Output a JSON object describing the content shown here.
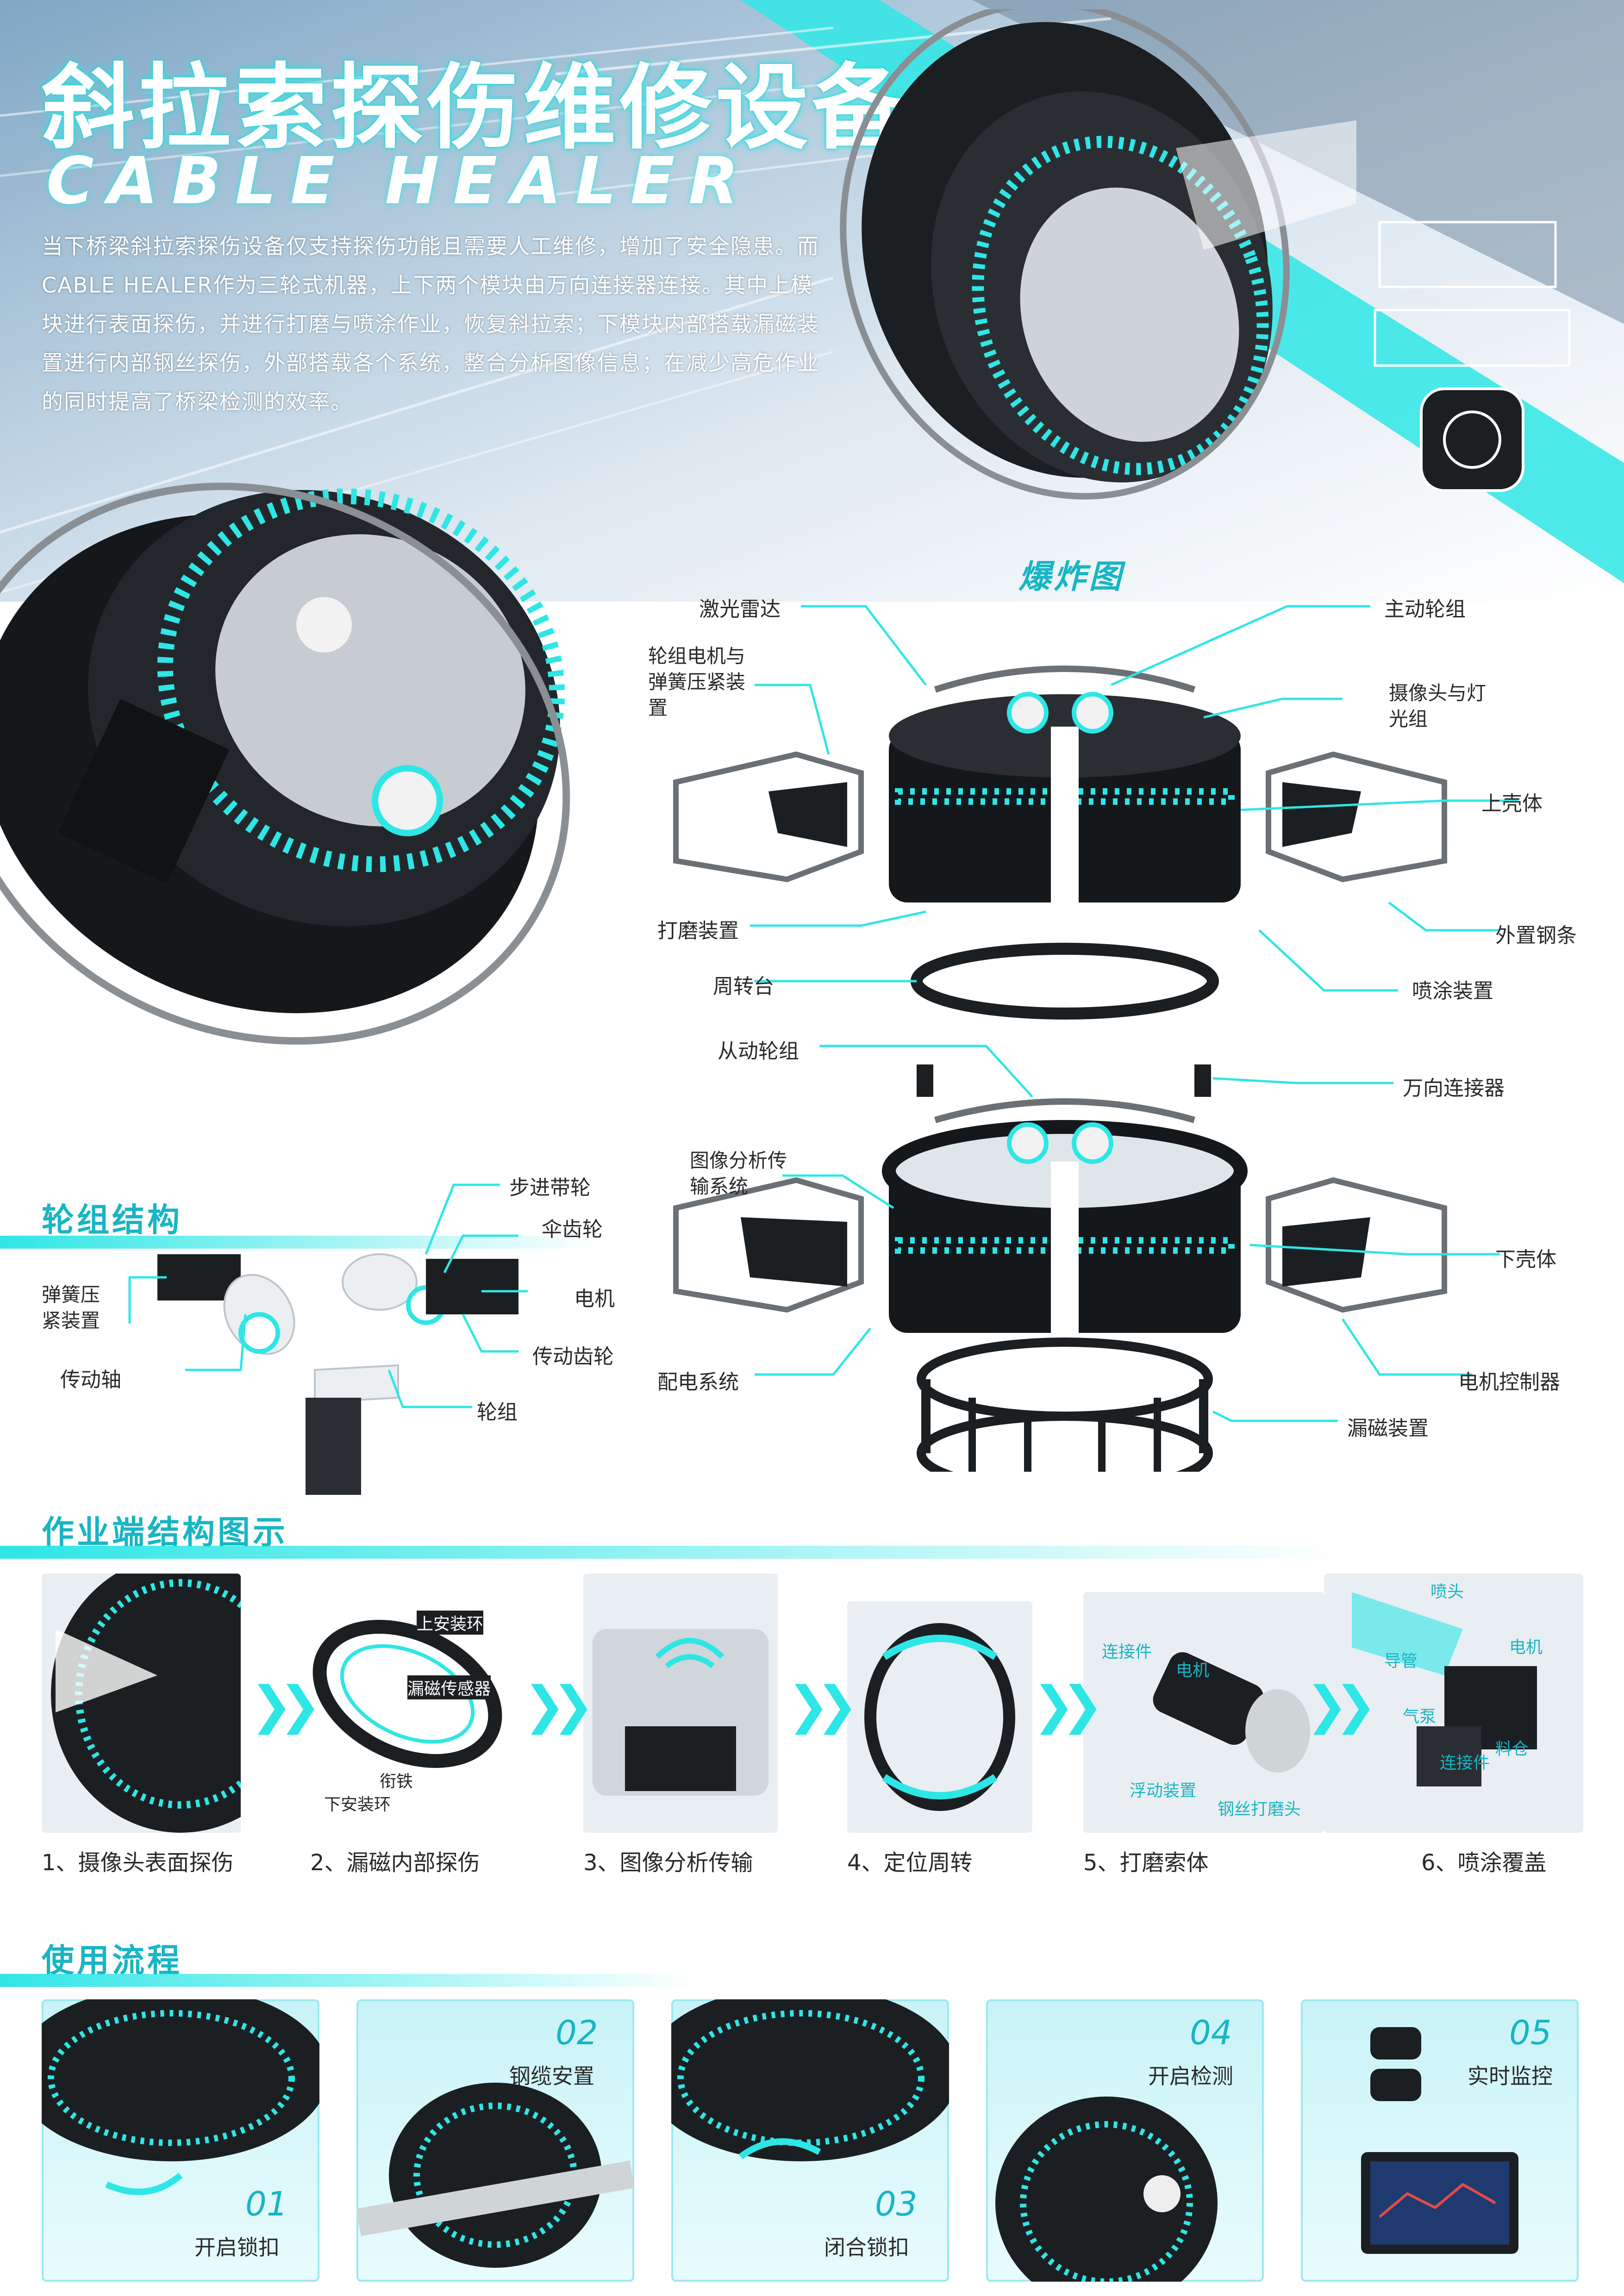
{
  "title": {
    "main": "斜拉索探伤维修设备",
    "sub": "CABLE HEALER"
  },
  "intro": "当下桥梁斜拉索探伤设备仅支持探伤功能且需要人工维修，增加了安全隐患。而CABLE HEALER作为三轮式机器，上下两个模块由万向连接器连接。其中上模块进行表面探伤，并进行打磨与喷涂作业，恢复斜拉索；下模块内部搭载漏磁装置进行内部钢丝探伤，外部搭载各个系统，整合分析图像信息；在减少高危作业的同时提高了桥梁检测的效率。",
  "exploded": {
    "heading": "爆炸图",
    "labels": {
      "lidar": "激光雷达",
      "wheel_motor": "轮组电机与弹簧压紧装置",
      "drive_wheel": "主动轮组",
      "camera": "摄像头与灯光组",
      "upper_shell": "上壳体",
      "grinder": "打磨装置",
      "outer_frame": "外置钢条",
      "turntable": "周转台",
      "sprayer": "喷涂装置",
      "driven_wheel": "从动轮组",
      "universal_joint": "万向连接器",
      "image_system": "图像分析传输系统",
      "lower_shell": "下壳体",
      "power_system": "配电系统",
      "motor_controller": "电机控制器",
      "flux_device": "漏磁装置"
    }
  },
  "wheel": {
    "heading": "轮组结构",
    "labels": {
      "step_pulley": "步进带轮",
      "bevel_gear": "伞齿轮",
      "spring": "弹簧压紧装置",
      "motor": "电机",
      "shaft": "传动轴",
      "drive_gear": "传动齿轮",
      "wheel_set": "轮组"
    }
  },
  "work": {
    "heading": "作业端结构图示",
    "steps": [
      {
        "caption": "1、摄像头表面探伤"
      },
      {
        "caption": "2、漏磁内部探伤",
        "tags": [
          "上安装环",
          "漏磁传感器",
          "衔铁",
          "下安装环"
        ]
      },
      {
        "caption": "3、图像分析传输"
      },
      {
        "caption": "4、定位周转"
      },
      {
        "caption": "5、打磨索体",
        "tags": [
          "连接件",
          "电机",
          "浮动装置",
          "钢丝打磨头"
        ]
      },
      {
        "caption": "6、喷涂覆盖",
        "tags": [
          "喷头",
          "导管",
          "电机",
          "气泵",
          "料仓",
          "连接件"
        ]
      }
    ]
  },
  "flow": {
    "heading": "使用流程",
    "items": [
      {
        "num": "01",
        "text": "开启锁扣"
      },
      {
        "num": "02",
        "text": "钢缆安置"
      },
      {
        "num": "03",
        "text": "闭合锁扣"
      },
      {
        "num": "04",
        "text": "开启检测"
      },
      {
        "num": "05",
        "text": "实时监控"
      }
    ]
  },
  "colors": {
    "accent": "#2fe6e6",
    "accent_dark": "#18b5c4",
    "device": "#1c1f22",
    "frame": "#8a8f94"
  }
}
